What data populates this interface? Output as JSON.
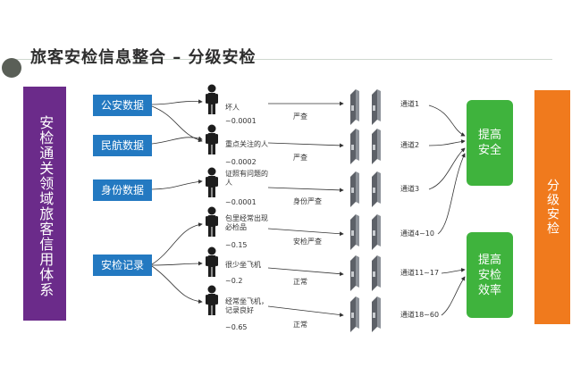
{
  "title": "旅客安检信息整合 – 分级安检",
  "left_box": "安检通关领域旅客信用体系",
  "sources": [
    "公安数据",
    "民航数据",
    "身份数据",
    "安检记录"
  ],
  "persons": [
    {
      "label": "坏人",
      "ratio": "~0.0001",
      "check": "严查"
    },
    {
      "label": "重点关注的人",
      "ratio": "~0.0002",
      "check": "严查"
    },
    {
      "label": "证照有问题的人",
      "ratio": "~0.0001",
      "check": "身份严查"
    },
    {
      "label": "包里经常出现必检品",
      "ratio": "~0.15",
      "check": "安检严查"
    },
    {
      "label": "很少坐飞机",
      "ratio": "~0.2",
      "check": "正常"
    },
    {
      "label": "经常坐飞机，记录良好",
      "ratio": "~0.65",
      "check": "正常"
    }
  ],
  "lanes": [
    "通道1",
    "通道2",
    "通道3",
    "通道4~10",
    "通道11~17",
    "通道18~60"
  ],
  "outcomes": [
    "提高安全",
    "提高安检效率"
  ],
  "right_box": "分级安检",
  "colors": {
    "purple": "#6b2b8a",
    "blue": "#2379c1",
    "green": "#3fb33d",
    "orange": "#f07a1d"
  }
}
